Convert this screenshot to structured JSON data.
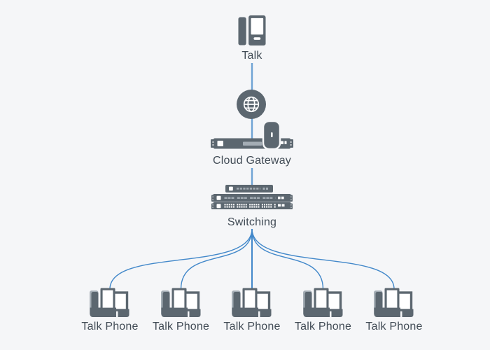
{
  "colors": {
    "background": "#F5F6F8",
    "icon": "#5C6770",
    "icon_light": "#A4ADB5",
    "screen_white": "#FFFFFF",
    "line_trunk": "#6FA3D4",
    "line_branch": "#4288CA",
    "label_text": "#424C56"
  },
  "diagram": {
    "nodes": {
      "talk": {
        "label": "Talk",
        "icon": "mobile-phone-icon"
      },
      "internet": {
        "icon": "globe-icon"
      },
      "cloud_gateway": {
        "label": "Cloud Gateway",
        "icon": "rack-gateway-icon"
      },
      "switching": {
        "label": "Switching",
        "icon": "switch-stack-icon"
      },
      "phones": [
        {
          "label": "Talk Phone",
          "icon": "desk-phone-icon"
        },
        {
          "label": "Talk Phone",
          "icon": "desk-phone-icon"
        },
        {
          "label": "Talk Phone",
          "icon": "desk-phone-icon"
        },
        {
          "label": "Talk Phone",
          "icon": "desk-phone-icon"
        },
        {
          "label": "Talk Phone",
          "icon": "desk-phone-icon"
        }
      ]
    },
    "edges": [
      {
        "from": "talk",
        "to": "internet"
      },
      {
        "from": "internet",
        "to": "cloud_gateway"
      },
      {
        "from": "cloud_gateway",
        "to": "switching"
      },
      {
        "from": "switching",
        "to": "phone-1"
      },
      {
        "from": "switching",
        "to": "phone-2"
      },
      {
        "from": "switching",
        "to": "phone-3"
      },
      {
        "from": "switching",
        "to": "phone-4"
      },
      {
        "from": "switching",
        "to": "phone-5"
      }
    ]
  }
}
